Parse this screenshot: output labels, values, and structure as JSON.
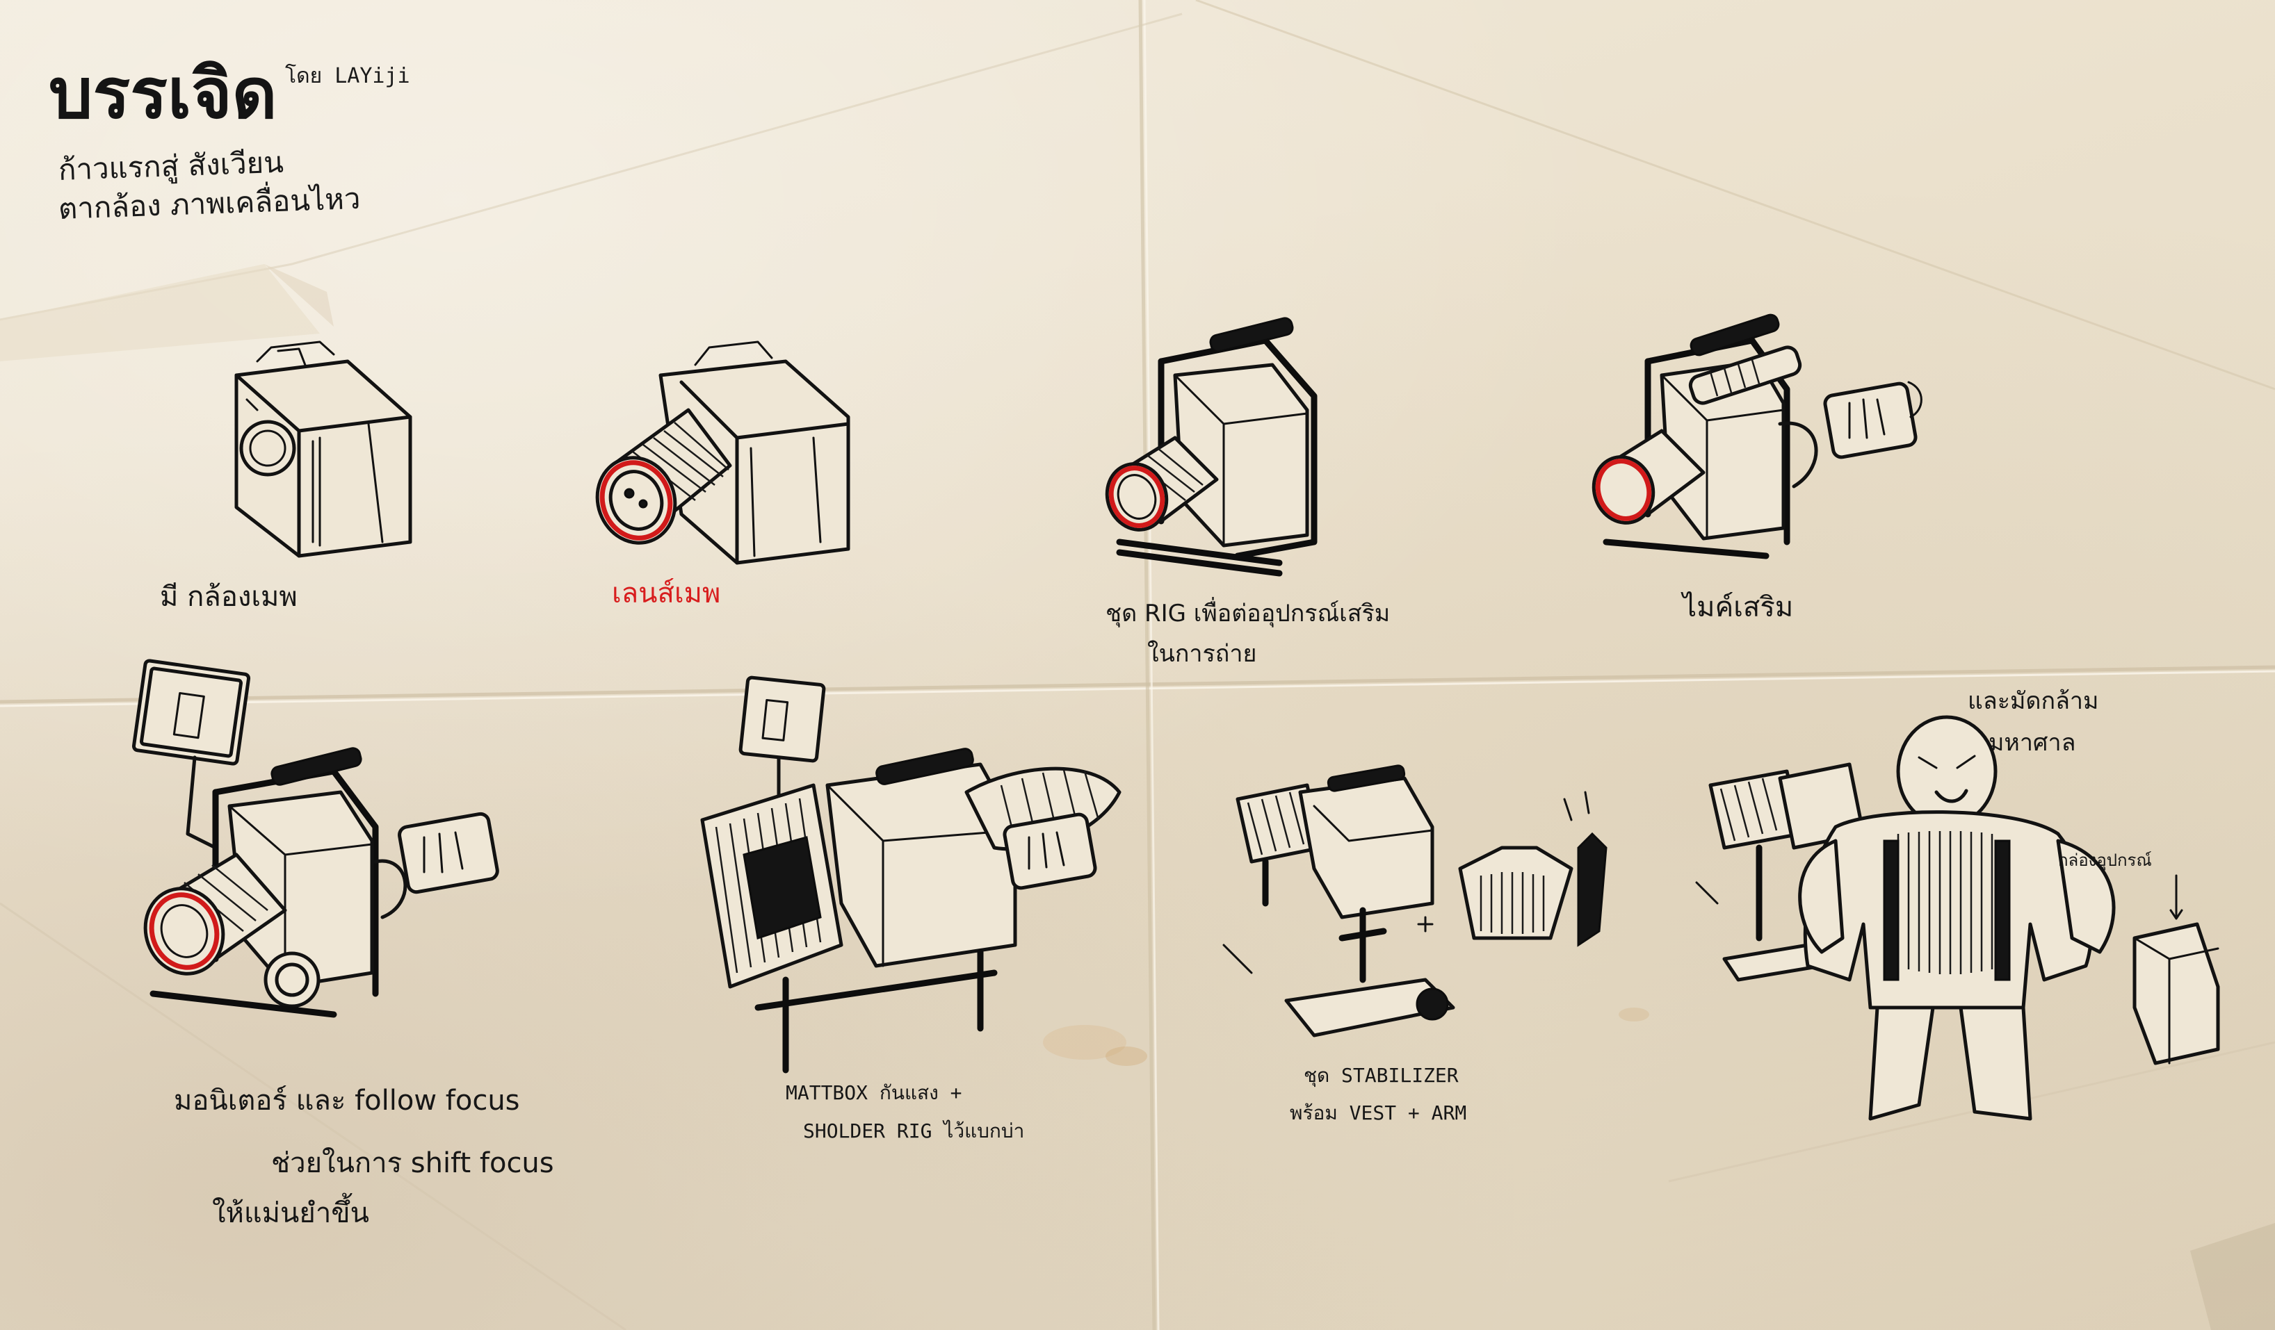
{
  "title": {
    "main": "บรรเจิด",
    "author": "โดย LAYiji",
    "subtitle_line1": "ก้าวแรกสู่ สังเวียน",
    "subtitle_line2": "ตากล้อง ภาพเคลื่อนไหว"
  },
  "panels": [
    {
      "caption": "มี กล้องเมพ"
    },
    {
      "caption": "เลนส์เมพ",
      "caption_color": "#d81e1e"
    },
    {
      "caption_line1": "ชุด RIG เพื่อต่ออุปกรณ์เสริม",
      "caption_line2": "ในการถ่าย"
    },
    {
      "caption": "ไมค์เสริม"
    },
    {
      "caption_line1": "มอนิเตอร์ และ follow focus",
      "caption_line2": "ช่วยในการ shift focus",
      "caption_line3": "ให้แม่นยำขึ้น"
    },
    {
      "caption_line1": "MATTBOX กันแสง +",
      "caption_line2": "SHOLDER RIG ไว้แบกบ่า"
    },
    {
      "caption_line1": "ชุด STABILIZER",
      "caption_line2": "พร้อม VEST + ARM"
    },
    {
      "caption_line1": "และมัดกล้าม",
      "caption_line2": "มหาศาล",
      "box_label": "กล่องอุปกรณ์"
    }
  ],
  "colors": {
    "paper": "#efe7d6",
    "ink": "#121212",
    "accent_red": "#d81e1e"
  },
  "icons": [
    "camera-body-icon",
    "camera-lens-icon",
    "camera-rig-icon",
    "camera-mic-icon",
    "camera-monitor-icon",
    "camera-mattbox-icon",
    "stabilizer-icon",
    "muscle-man-icon"
  ]
}
